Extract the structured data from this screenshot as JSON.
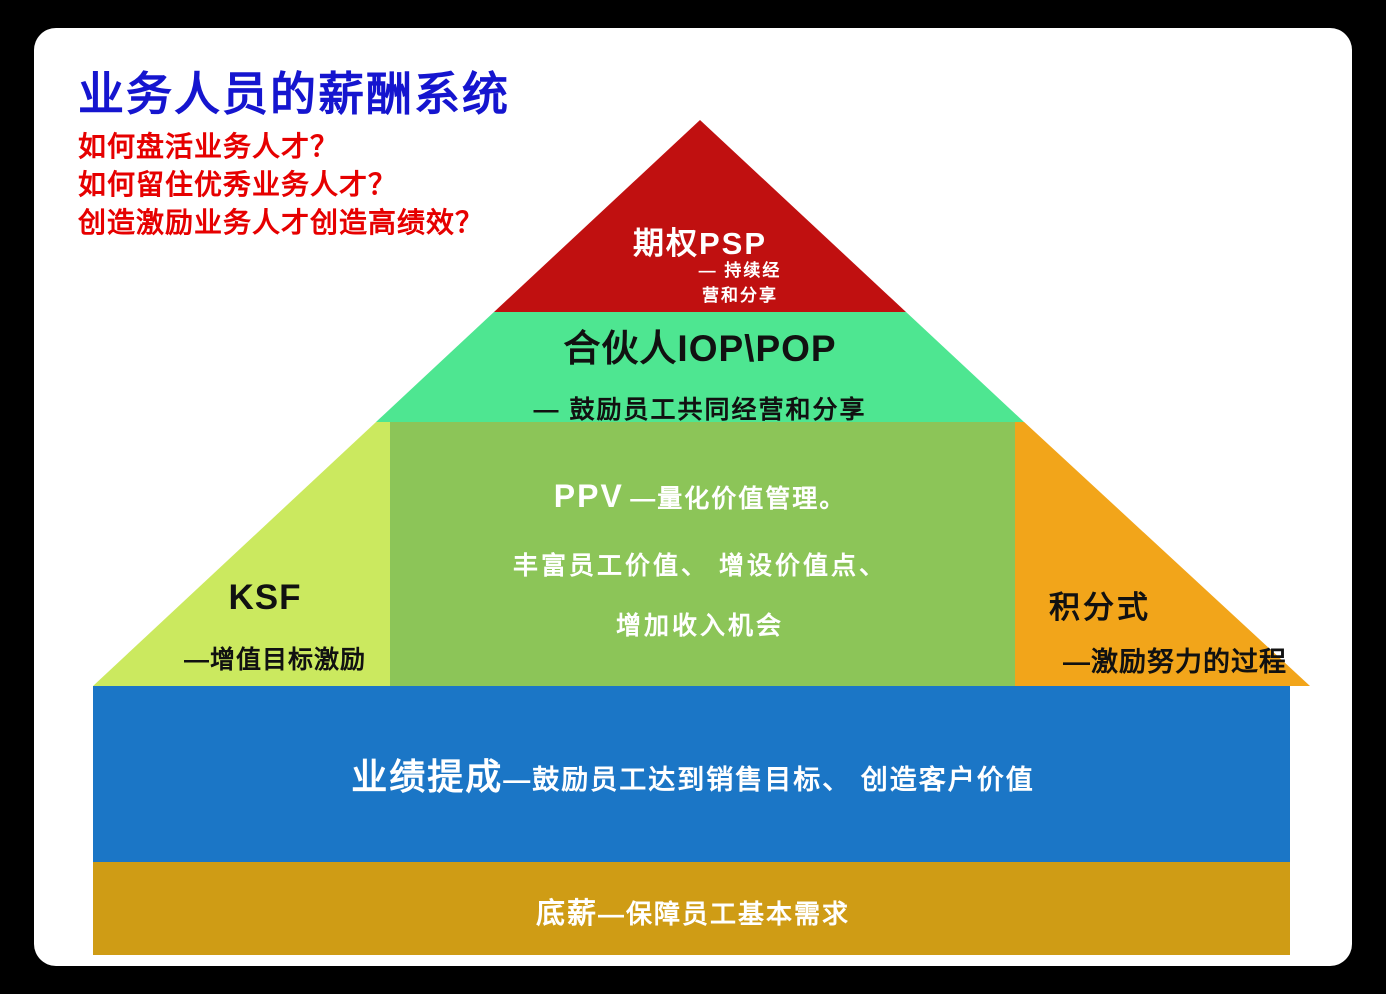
{
  "header": {
    "title": "业务人员的薪酬系统",
    "questions": [
      "如何盘活业务人才？",
      "如何留住优秀业务人才？",
      "创造激励业务人才创造高绩效？"
    ]
  },
  "pyramid": {
    "psp": {
      "title": "期权PSP",
      "desc1": "— 持续经",
      "desc2": "营和分享"
    },
    "iop": {
      "title": "合伙人IOP\\POP",
      "desc": "— 鼓励员工共同经营和分享"
    },
    "ppv": {
      "title": "PPV",
      "desc1": "—量化价值管理。",
      "desc2": "丰富员工价值、 增设价值点、",
      "desc3": "增加收入机会"
    },
    "ksf": {
      "title": "KSF",
      "desc": "—增值目标激励"
    },
    "points": {
      "title": "积分式",
      "desc": "—激励努力的过程"
    },
    "commission": {
      "title": "业绩提成",
      "desc": "—鼓励员工达到销售目标、 创造客户价值"
    },
    "base": {
      "title": "底薪",
      "desc": "—保障员工基本需求"
    }
  },
  "colors": {
    "title_blue": "#1515cf",
    "question_red": "#e60000",
    "psp_red": "#c01010",
    "iop_green": "#4ee691",
    "ppv_green": "#8cc558",
    "ksf_green": "#cbe95f",
    "points_orange": "#f2a51a",
    "commission_blue": "#1b76c6",
    "base_gold": "#cf9c15"
  }
}
